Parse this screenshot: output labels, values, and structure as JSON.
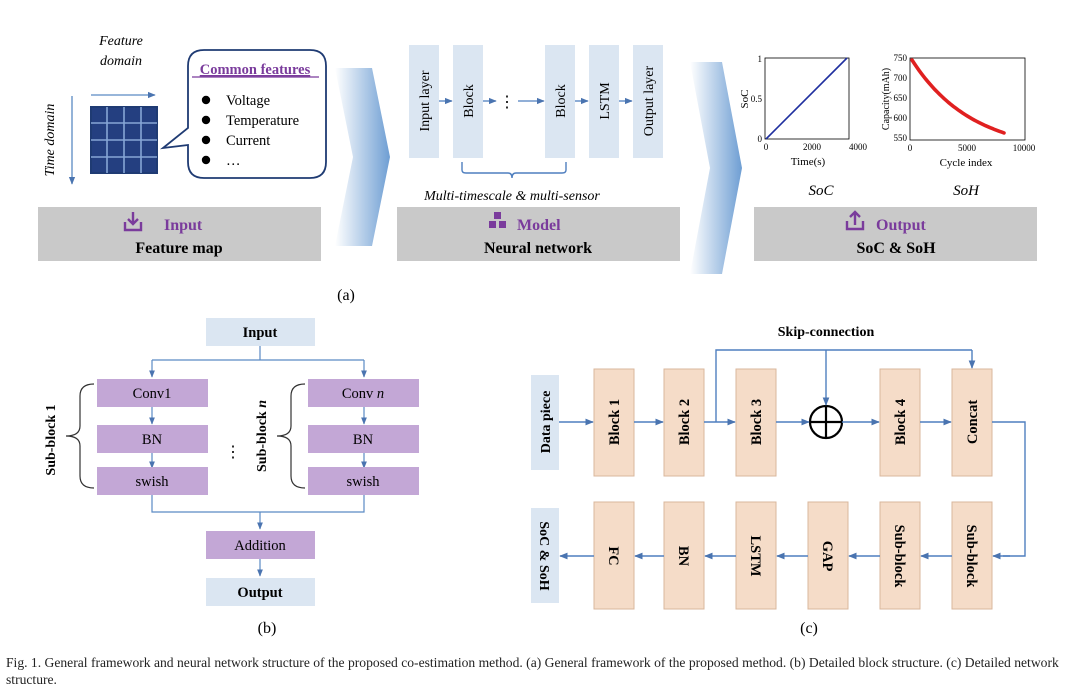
{
  "panel_a": {
    "input": {
      "feature_domain_label": [
        "Feature",
        "domain"
      ],
      "time_domain_label": "Time domain",
      "common_features": {
        "title": "Common features",
        "items": [
          "Voltage",
          "Temperature",
          "Current",
          "…"
        ]
      },
      "section_title": "Input",
      "section_subtitle": "Feature map"
    },
    "model": {
      "layers": [
        "Input layer",
        "Block",
        "Block",
        "LSTM",
        "Output layer"
      ],
      "ellipsis": "⋮",
      "bracket_label": "Multi-timescale & multi-sensor",
      "section_title": "Model",
      "section_subtitle": "Neural network"
    },
    "output": {
      "soc_plot": {
        "ylabel": "SoC",
        "xlabel": "Time(s)",
        "xticks": [
          "0",
          "2000",
          "4000"
        ],
        "yticks": [
          "0",
          "0.5",
          "1"
        ],
        "caption": "SoC"
      },
      "soh_plot": {
        "ylabel": "Capacity(mAh)",
        "xlabel": "Cycle index",
        "xticks": [
          "0",
          "5000",
          "10000"
        ],
        "yticks": [
          "550",
          "600",
          "650",
          "700",
          "750"
        ],
        "caption": "SoH"
      },
      "section_title": "Output",
      "section_subtitle": "SoC & SoH"
    },
    "label": "(a)"
  },
  "panel_b": {
    "input": "Input",
    "sub_block_1_label": "Sub-block 1",
    "sub_block_n_label": "Sub-block",
    "sub_block_n_index": "n",
    "left_column": [
      "Conv1",
      "BN",
      "swish"
    ],
    "right_column": {
      "conv": "Conv",
      "conv_index": "n",
      "bn": "BN",
      "swish": "swish"
    },
    "ellipsis": "⋮",
    "addition": "Addition",
    "output": "Output",
    "label": "(b)"
  },
  "panel_c": {
    "skip_label": "Skip-connection",
    "top_row": [
      "Block 1",
      "Block 2",
      "Block 3",
      "Block 4",
      "Concat"
    ],
    "data_piece": "Data piece",
    "bottom_row": [
      "Sub-block",
      "Sub-block",
      "GAP",
      "LSTM",
      "BN",
      "FC"
    ],
    "output": "SoC & SoH",
    "label": "(c)"
  },
  "caption": "Fig. 1.   General framework and neural network structure of the proposed co-estimation method. (a) General framework of the proposed method. (b) Detailed block structure. (c) Detailed network structure.",
  "colors": {
    "light_blue_box": "#dbe6f2",
    "purple_box": "#c3a7d6",
    "peach_box": "#f5dcc8",
    "gray_band": "#c9c9c9",
    "accent_purple": "#7a3b9c",
    "arrow_blue": "#5b8ac4",
    "soc_line": "#1f2f9f",
    "soh_points": "#e02020"
  }
}
